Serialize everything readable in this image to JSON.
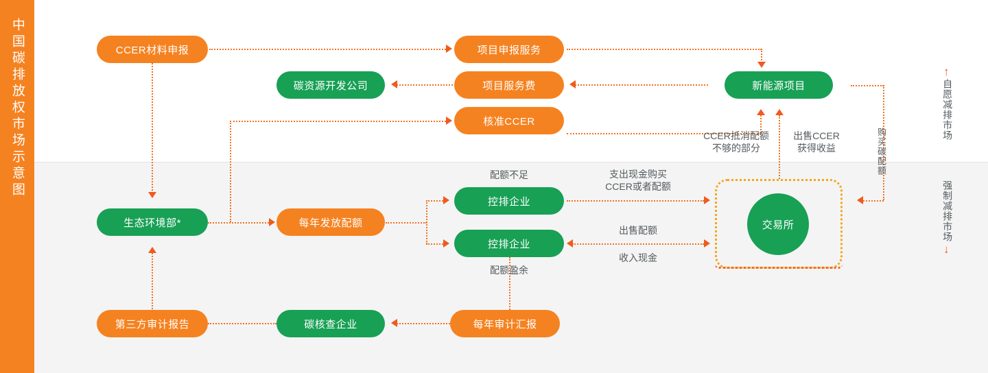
{
  "sidebar": {
    "title": "中国碳排放权市场示意图",
    "color": "#f58220"
  },
  "theme": {
    "orange": "#f58220",
    "green": "#18a055",
    "connector": "#f37021",
    "arrowhead": "#f05a1e",
    "label_text": "#555b5e",
    "band_top": "#ffffff",
    "band_bottom": "#f4f4f4"
  },
  "nodes": {
    "ccer_material": "CCER材料申报",
    "project_declaration_service": "项目申报服务",
    "carbon_resource_dev": "碳资源开发公司",
    "project_service_fee": "项目服务费",
    "approve_ccer": "核准CCER",
    "new_energy_project": "新能源项目",
    "eco_ministry": "生态环境部*",
    "annual_quota": "每年发放配额",
    "controlled_enterprise_1": "控排企业",
    "controlled_enterprise_2": "控排企业",
    "exchange": "交易所",
    "third_party_audit_report": "第三方审计报告",
    "carbon_verification_company": "碳核查企业",
    "annual_audit_report": "每年审计汇报"
  },
  "edge_labels": {
    "ccer_offset_shortfall_l1": "CCER抵消配额",
    "ccer_offset_shortfall_l2": "不够的部分",
    "sell_ccer_l1": "出售CCER",
    "sell_ccer_l2": "获得收益",
    "buy_carbon_quota": "购买碳配额",
    "quota_shortage": "配额不足",
    "quota_surplus": "配额盈余",
    "pay_cash_buy_l1": "支出现金购买",
    "pay_cash_buy_l2": "CCER或者配额",
    "sell_quota": "出售配额",
    "receive_cash": "收入现金"
  },
  "market_labels": {
    "voluntary": "自愿减排市场",
    "voluntary_arrow": "↑",
    "mandatory": "强制减排市场",
    "mandatory_arrow": "↓"
  }
}
